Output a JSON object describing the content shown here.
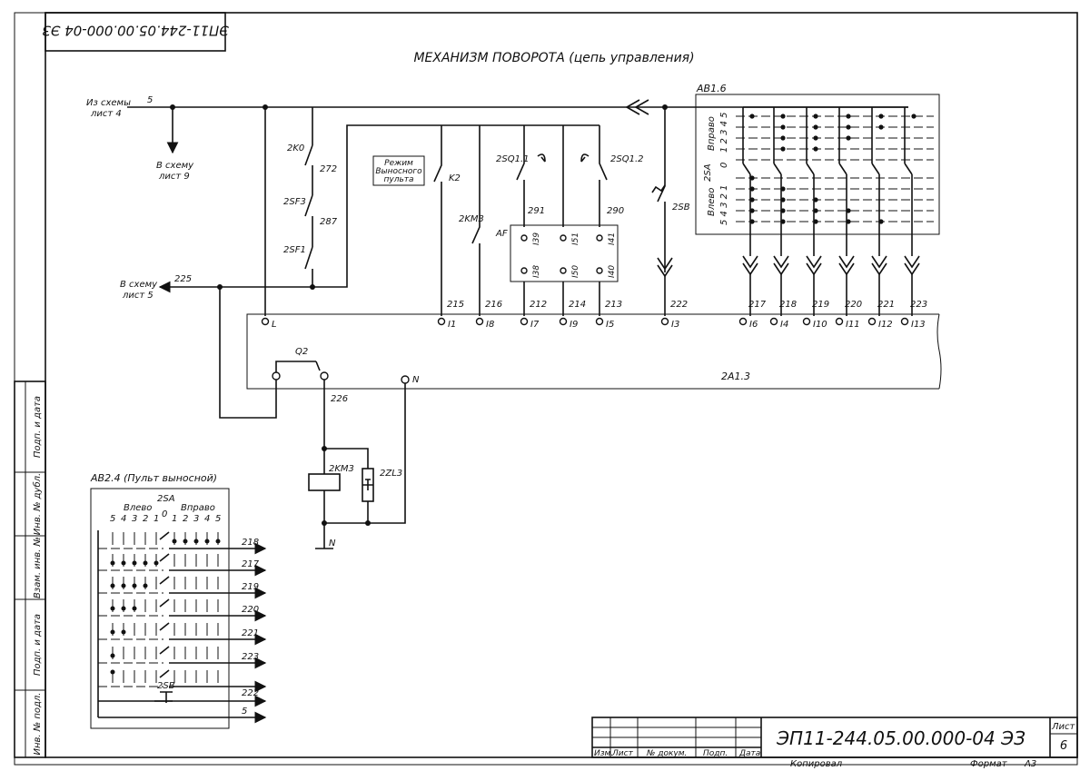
{
  "sheet": {
    "stamp_top": "ЭП11-244.05.00.000-04 ЭЗ",
    "title": "МЕХАНИЗМ ПОВОРОТА (цепь управления)"
  },
  "sources": {
    "from_scheme": "Из схемы",
    "from_sheet": "лист 4",
    "to_scheme_a": "В схему",
    "to_sheet_a": "лист 9",
    "to_scheme_b": "В схему",
    "to_sheet_b": "лист 5"
  },
  "components": {
    "k0": "2K0",
    "sf3": "2SF3",
    "sf1": "2SF1",
    "k2": "K2",
    "km3_contact": "2KM3",
    "sq11": "2SQ1.1",
    "sq12": "2SQ1.2",
    "af": "AF",
    "sb": "2SB",
    "q2": "Q2",
    "km3_coil": "2KM3",
    "zl3": "2ZL3",
    "a13": "2A1.3",
    "mode_box": [
      "Режим",
      "Выносного",
      "пульта"
    ]
  },
  "wires": {
    "w5": "5",
    "w272": "272",
    "w287": "287",
    "w225": "225",
    "w291": "291",
    "w290": "290",
    "w226": "226",
    "wN": "N",
    "wN2": "N"
  },
  "af_inputs": [
    "I39",
    "I51",
    "I41"
  ],
  "af_outputs": [
    "I38",
    "I50",
    "I40"
  ],
  "controller_numbers": [
    "215",
    "216",
    "212",
    "214",
    "213",
    "222",
    "217",
    "218",
    "219",
    "220",
    "221",
    "223"
  ],
  "controller_inputs": [
    "L",
    "I1",
    "I8",
    "I7",
    "I9",
    "I5",
    "I3",
    "I6",
    "I4",
    "I10",
    "I11",
    "I12",
    "I13"
  ],
  "ab16": {
    "title": "AB1.6",
    "sa": "2SA",
    "right_label": "Вправо",
    "left_label": "Влево",
    "right_positions": "1 2 3 4 5",
    "left_positions": "5 4 3 2 1",
    "zero": "0"
  },
  "ab24": {
    "title": "AB2.4 (Пульт выносной)",
    "sa": "2SA",
    "left_label": "Влево",
    "right_label": "Вправо",
    "left_positions": [
      "5",
      "4",
      "3",
      "2",
      "1"
    ],
    "zero": "0",
    "right_positions": [
      "1",
      "2",
      "3",
      "4",
      "5"
    ],
    "outputs": [
      "218",
      "217",
      "219",
      "220",
      "221",
      "223"
    ],
    "sb": "2SB",
    "out_222": "222",
    "out_5": "5"
  },
  "side_stamp": [
    "Подп. и дата",
    "Инв. № дубл.",
    "Взам. инв. №",
    "Подп. и дата",
    "Инв. № подл."
  ],
  "title_block": {
    "headers": [
      "Изм.",
      "Лист",
      "№ докум.",
      "Подп.",
      "Дата"
    ],
    "designation": "ЭП11-244.05.00.000-04 ЭЗ",
    "sheet_label": "Лист",
    "sheet_no": "6",
    "copied": "Копировал",
    "format_label": "Формат",
    "format": "А3"
  }
}
